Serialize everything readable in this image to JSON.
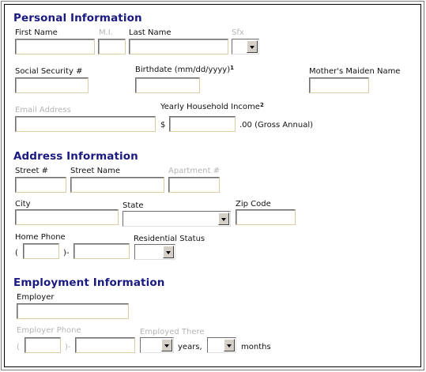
{
  "personal": {
    "heading": "Personal Information",
    "first_name": "First Name",
    "mi": "M.I.",
    "last_name": "Last Name",
    "sfx": "Sfx",
    "ssn": "Social Security #",
    "birthdate": "Birthdate (mm/dd/yyyy)",
    "birthdate_note": "1",
    "maiden": "Mother's Maiden Name",
    "email": "Email Address",
    "income": "Yearly Household Income",
    "income_note": "2",
    "dollar": "$",
    "gross": ".00 (Gross Annual)"
  },
  "address": {
    "heading": "Address Information",
    "street_no": "Street #",
    "street_name": "Street Name",
    "apartment": "Apartment #",
    "city": "City",
    "state": "State",
    "zip": "Zip Code",
    "home_phone": "Home Phone",
    "res_status": "Residential Status",
    "paren_open": "(",
    "paren_close": ")-"
  },
  "employment": {
    "heading": "Employment Information",
    "employer": "Employer",
    "emp_phone": "Employer Phone",
    "employed_there": "Employed There",
    "paren_open": "(",
    "paren_close": ")-",
    "years": "years,",
    "months": "months"
  }
}
